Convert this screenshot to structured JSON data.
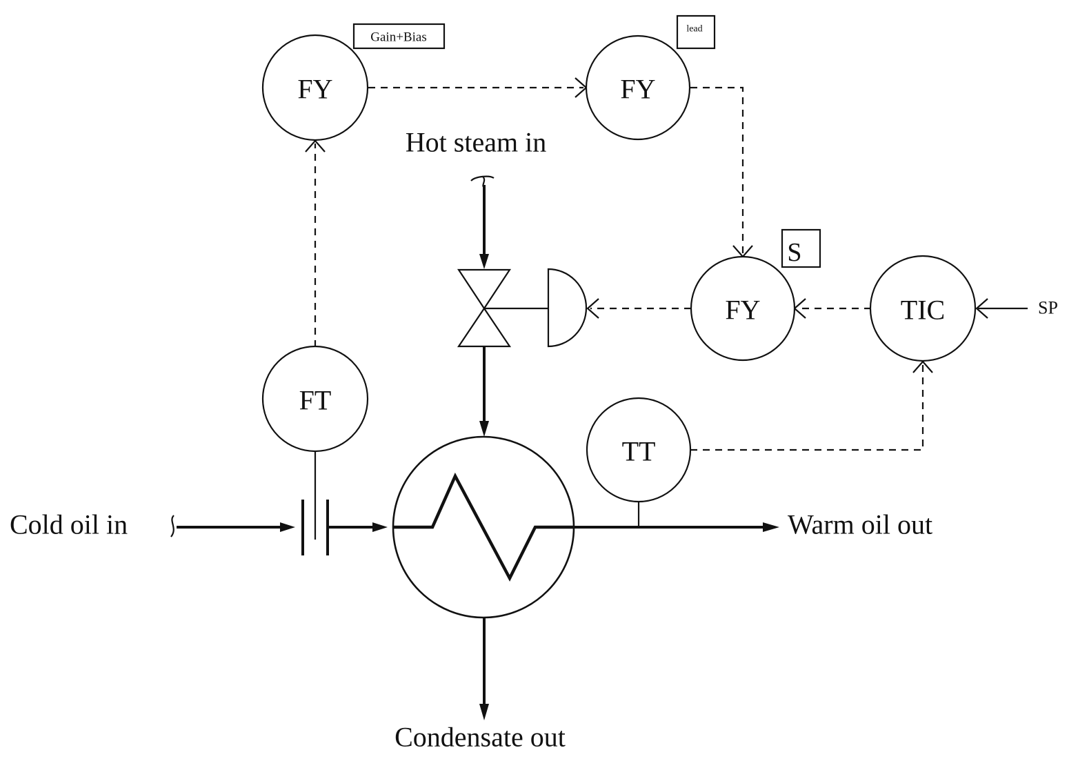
{
  "instruments": {
    "fy_gain": {
      "tag": "FY",
      "function": "Gain+Bias"
    },
    "fy_lead": {
      "tag": "FY",
      "function": "lead"
    },
    "fy_sum": {
      "tag": "FY",
      "function": "S"
    },
    "tic": {
      "tag": "TIC"
    },
    "ft": {
      "tag": "FT"
    },
    "tt": {
      "tag": "TT"
    }
  },
  "streams": {
    "hot_steam_in": "Hot steam in",
    "cold_oil_in": "Cold oil in",
    "warm_oil_out": "Warm oil out",
    "condensate_out": "Condensate out",
    "setpoint": "SP"
  }
}
